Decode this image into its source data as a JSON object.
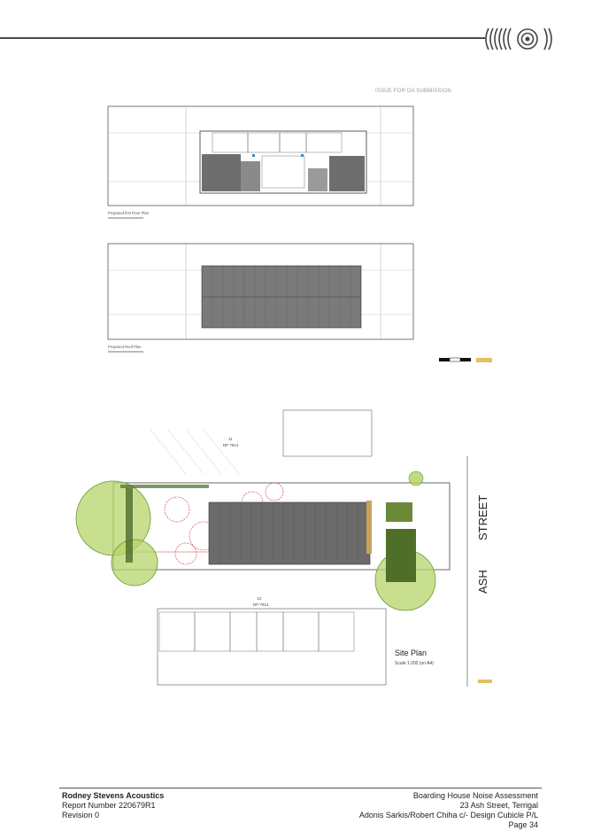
{
  "header": {
    "logo_icon": "soundwave-rings-icon"
  },
  "drawing": {
    "issue_stamp": "ISSUE FOR DA SUBMISSION",
    "first_floor_title": "Proposed first Floor Plan",
    "roof_title": "Proposed Roof Plan",
    "site_plan_title": "Site Plan",
    "site_plan_scale": "Scale 1:200 (on A4)",
    "street_name_1": "ASH",
    "street_name_2": "STREET",
    "lot_upper": "11",
    "dp_upper": "DP 7914",
    "lot_lower": "13",
    "dp_lower": "DP 7914"
  },
  "footer": {
    "company": "Rodney Stevens Acoustics",
    "report_number": "Report Number 220679R1",
    "revision": "Revision 0",
    "doc_title": "Boarding House Noise Assessment",
    "address": "23 Ash Street, Terrigal",
    "client": "Adonis Sarkis/Robert Chiha c/- Design Cubicle P/L",
    "page": "Page 34"
  },
  "colors": {
    "rule": "#4a4a4a",
    "tree_green": "#b5d46a",
    "tree_stroke": "#6a9a2a",
    "building_grey": "#6b6b6b",
    "annotation_red": "#d23a3a"
  }
}
